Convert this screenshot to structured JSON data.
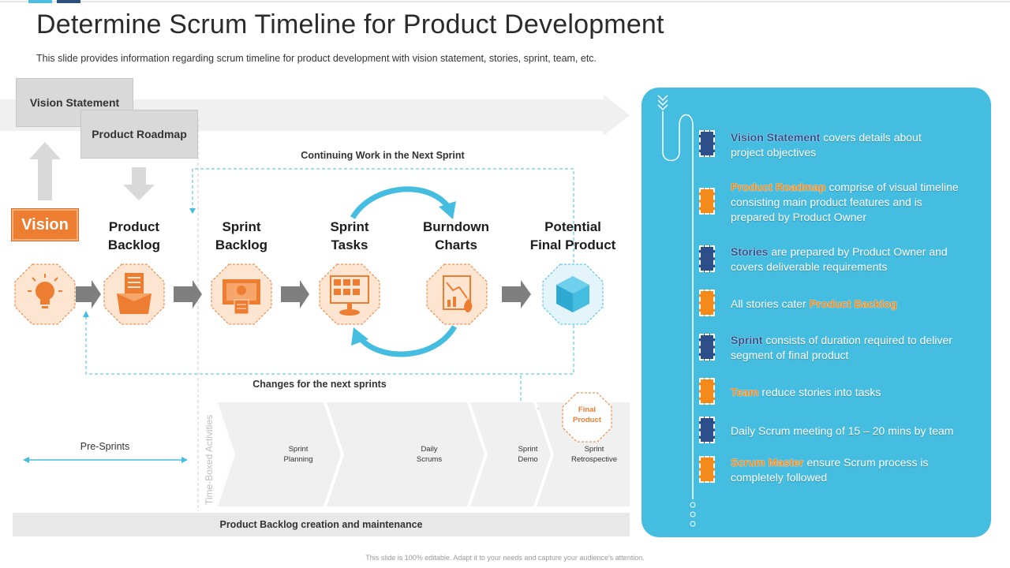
{
  "header": {
    "title": "Determine Scrum Timeline for Product Development",
    "subtitle": "This slide provides information regarding scrum timeline for product development with vision statement, stories, sprint, team, etc."
  },
  "top_boxes": {
    "vision_statement": "Vision Statement",
    "product_roadmap": "Product Roadmap"
  },
  "flow": {
    "continuing_label": "Continuing Work in the Next Sprint",
    "changes_label": "Changes for the next sprints",
    "vision_label": "Vision",
    "stages": [
      {
        "line1": "Product",
        "line2": "Backlog",
        "icon": "open-box-list-icon"
      },
      {
        "line1": "Sprint",
        "line2": "Backlog",
        "icon": "sprint-board-icon"
      },
      {
        "line1": "Sprint",
        "line2": "Tasks",
        "icon": "task-screen-icon"
      },
      {
        "line1": "Burndown",
        "line2": "Charts",
        "icon": "burndown-chart-icon"
      },
      {
        "line1": "Potential",
        "line2": "Final Product",
        "icon": "cube-product-icon"
      }
    ]
  },
  "timeline": {
    "pre_sprints": "Pre-Sprints",
    "time_boxed": "Time-Boxed Activities",
    "final_product": [
      "Final",
      "Product"
    ],
    "steps": [
      [
        "Sprint",
        "Planning"
      ],
      [
        "Daily",
        "Scrums"
      ],
      [
        "Sprint",
        "Demo"
      ],
      [
        "Sprint",
        "Retrospective"
      ]
    ],
    "bottom_bar": "Product Backlog creation and maintenance"
  },
  "panel": {
    "colors": {
      "navy": "#2c4f8a",
      "orange": "#f28a1c",
      "panel_bg": "#45bde0"
    },
    "items": [
      {
        "marker": "navy",
        "hl": "Vision Statement",
        "hl_color": "navy",
        "after": " covers details about",
        "line2": "project objectives"
      },
      {
        "marker": "orange",
        "hl": "Product Roadmap",
        "hl_color": "orange",
        "after": " comprise of visual timeline",
        "line2": "consisting main product  features and is",
        "line3": "prepared by Product Owner"
      },
      {
        "marker": "navy",
        "hl": "Stories",
        "hl_color": "navy",
        "after": " are prepared by Product Owner and",
        "line2": "covers deliverable requirements"
      },
      {
        "marker": "orange",
        "before": "All stories cater ",
        "hl": "Product Backlog",
        "hl_color": "orange"
      },
      {
        "marker": "navy",
        "hl": "Sprint",
        "hl_color": "navy",
        "after": " consists of duration required to deliver",
        "line2": "segment of final product"
      },
      {
        "marker": "orange",
        "hl": "Team",
        "hl_color": "orange",
        "after": " reduce  stories into tasks"
      },
      {
        "marker": "navy",
        "before": "Daily Scrum meeting of 15 – 20 mins by team"
      },
      {
        "marker": "orange",
        "hl": "Scrum Master",
        "hl_color": "orange",
        "after": " ensure Scrum process is",
        "line2": "completely followed"
      }
    ]
  },
  "footer": "This slide is 100% editable. Adapt it to your needs and capture your audience's attention."
}
